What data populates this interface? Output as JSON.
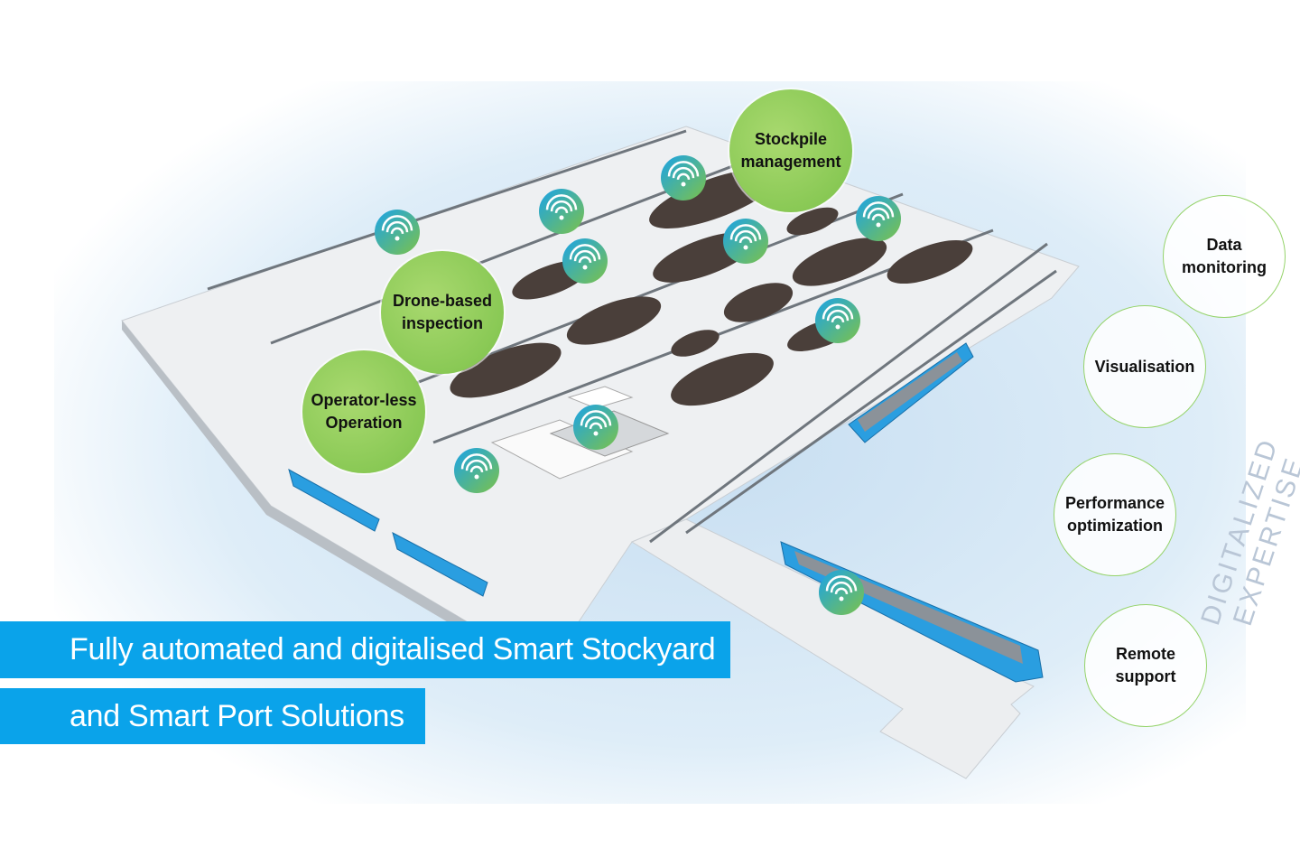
{
  "features": [
    {
      "label_1": "Stockpile",
      "label_2": "management"
    },
    {
      "label_1": "Drone-based",
      "label_2": "inspection"
    },
    {
      "label_1": "Operator-less",
      "label_2": "Operation"
    }
  ],
  "expertise": [
    {
      "label_1": "Data",
      "label_2": "monitoring"
    },
    {
      "label_1": "Visualisation",
      "label_2": ""
    },
    {
      "label_1": "Performance",
      "label_2": "optimization"
    },
    {
      "label_1": "Remote",
      "label_2": "support"
    }
  ],
  "vertical_text": "DIGITALIZED EXPERTISE",
  "banner": {
    "line1": "Fully automated and digitalised Smart Stockyard",
    "line2": "and Smart Port Solutions"
  },
  "colors": {
    "banner": "#0aa3ea",
    "feature_green": "#7cc24a",
    "expertise_border": "#95d36a",
    "water": "#d6e8f5"
  }
}
